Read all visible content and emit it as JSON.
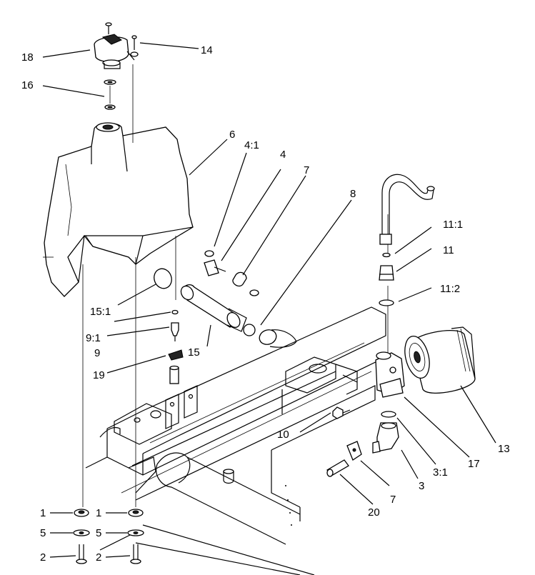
{
  "labels": {
    "l1a": "1",
    "l1b": "1",
    "l2a": "2",
    "l2b": "2",
    "l3": "3",
    "l3_1": "3:1",
    "l4": "4",
    "l4_1": "4:1",
    "l5a": "5",
    "l5b": "5",
    "l6": "6",
    "l7a": "7",
    "l7b": "7",
    "l8": "8",
    "l9": "9",
    "l9_1": "9:1",
    "l10": "10",
    "l11": "11",
    "l11_1": "11:1",
    "l11_2": "11:2",
    "l13": "13",
    "l14": "14",
    "l15": "15",
    "l15_1": "15:1",
    "l16": "16",
    "l17": "17",
    "l18": "18",
    "l19": "19",
    "l20": "20"
  },
  "colors": {
    "line": "#000000",
    "background": "#ffffff",
    "shade": "#555555"
  }
}
